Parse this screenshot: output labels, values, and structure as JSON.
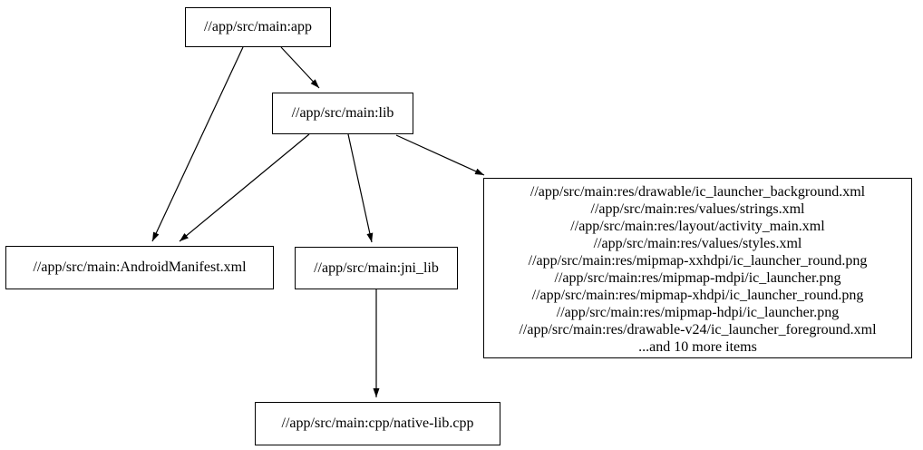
{
  "diagram": {
    "type": "dependency-graph",
    "colors": {
      "background": "#ffffff",
      "node_fill": "#ffffff",
      "node_border": "#000000",
      "edge": "#000000",
      "text": "#000000"
    },
    "nodes": {
      "app": {
        "label": "//app/src/main:app"
      },
      "lib": {
        "label": "//app/src/main:lib"
      },
      "manifest": {
        "label": "//app/src/main:AndroidManifest.xml"
      },
      "jni_lib": {
        "label": "//app/src/main:jni_lib"
      },
      "cpp": {
        "label": "//app/src/main:cpp/native-lib.cpp"
      },
      "res_group": {
        "lines": [
          "//app/src/main:res/drawable/ic_launcher_background.xml",
          "//app/src/main:res/values/strings.xml",
          "//app/src/main:res/layout/activity_main.xml",
          "//app/src/main:res/values/styles.xml",
          "//app/src/main:res/mipmap-xxhdpi/ic_launcher_round.png",
          "//app/src/main:res/mipmap-mdpi/ic_launcher.png",
          "//app/src/main:res/mipmap-xhdpi/ic_launcher_round.png",
          "//app/src/main:res/mipmap-hdpi/ic_launcher.png",
          "//app/src/main:res/drawable-v24/ic_launcher_foreground.xml",
          "...and 10 more items"
        ]
      }
    },
    "edges": [
      {
        "from": "app",
        "to": "lib"
      },
      {
        "from": "app",
        "to": "manifest"
      },
      {
        "from": "lib",
        "to": "manifest"
      },
      {
        "from": "lib",
        "to": "jni_lib"
      },
      {
        "from": "lib",
        "to": "res_group"
      },
      {
        "from": "jni_lib",
        "to": "cpp"
      }
    ]
  }
}
